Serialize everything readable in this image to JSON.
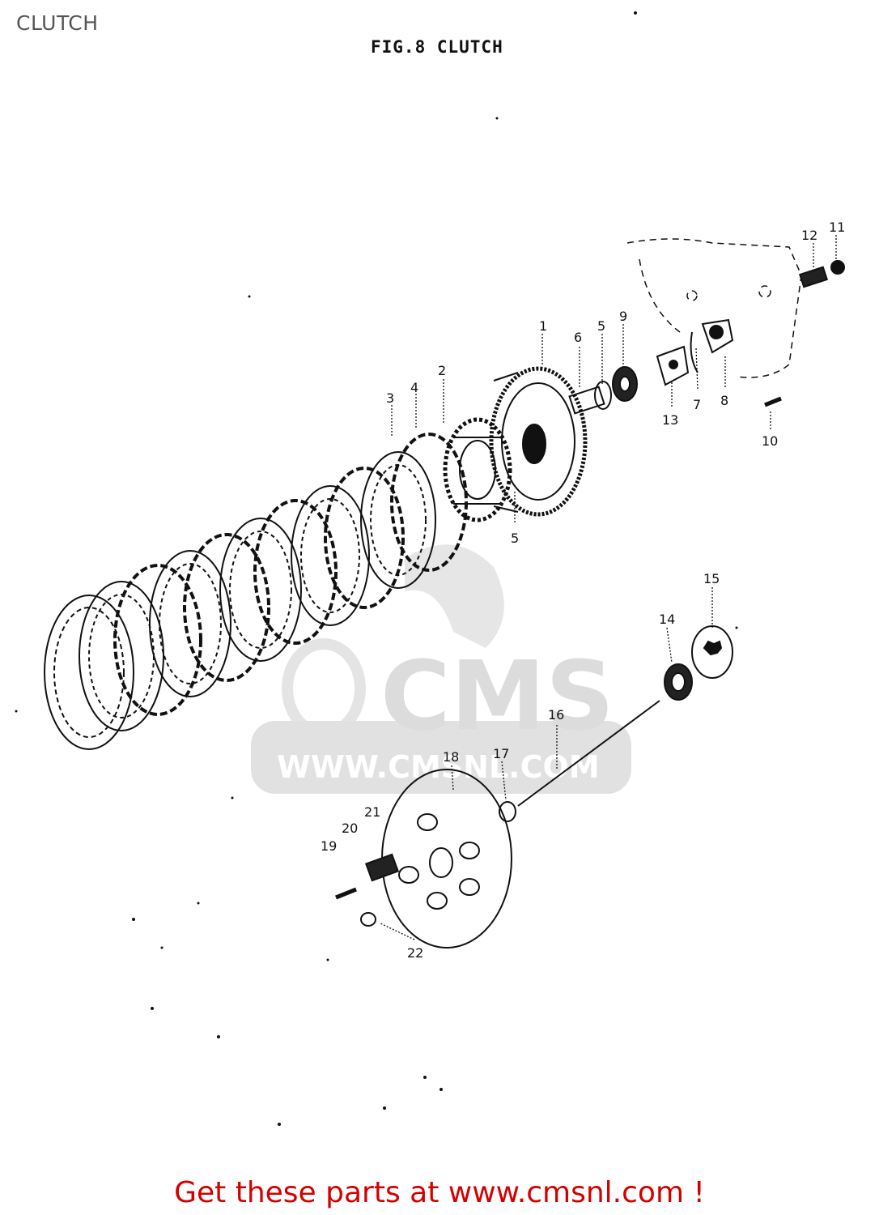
{
  "page": {
    "title": "CLUTCH"
  },
  "figure": {
    "caption": "FIG.8  CLUTCH"
  },
  "callouts": [
    "1",
    "2",
    "3",
    "4",
    "5",
    "5",
    "6",
    "7",
    "8",
    "9",
    "10",
    "11",
    "12",
    "13",
    "14",
    "15",
    "16",
    "17",
    "18",
    "19",
    "20",
    "21",
    "22"
  ],
  "watermark": {
    "brand": "CMS",
    "url": "WWW.CMSNL.COM"
  },
  "footer": {
    "link_text": "Get these parts at www.cmsnl.com !"
  },
  "colors": {
    "ink": "#111111",
    "footer": "#d40000",
    "watermark": "#d9d9d9",
    "title": "#555555"
  }
}
